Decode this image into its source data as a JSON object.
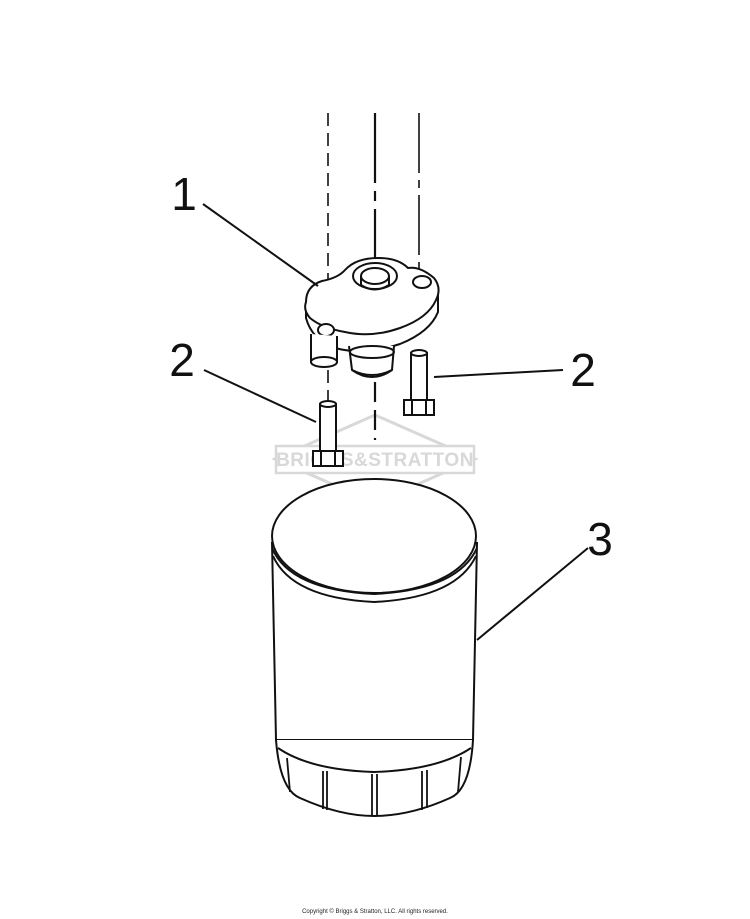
{
  "callouts": [
    {
      "label": "1",
      "part": "filter-adapter"
    },
    {
      "label": "2",
      "part": "bolt"
    },
    {
      "label": "2",
      "part": "bolt"
    },
    {
      "label": "3",
      "part": "oil-filter"
    }
  ],
  "watermark": {
    "text": "BRIGGS&STRATTON",
    "color": "#d4d4d4"
  },
  "copyright": "Copyright © Briggs & Stratton, LLC. All rights reserved.",
  "colors": {
    "line": "#111111",
    "background": "#ffffff"
  }
}
